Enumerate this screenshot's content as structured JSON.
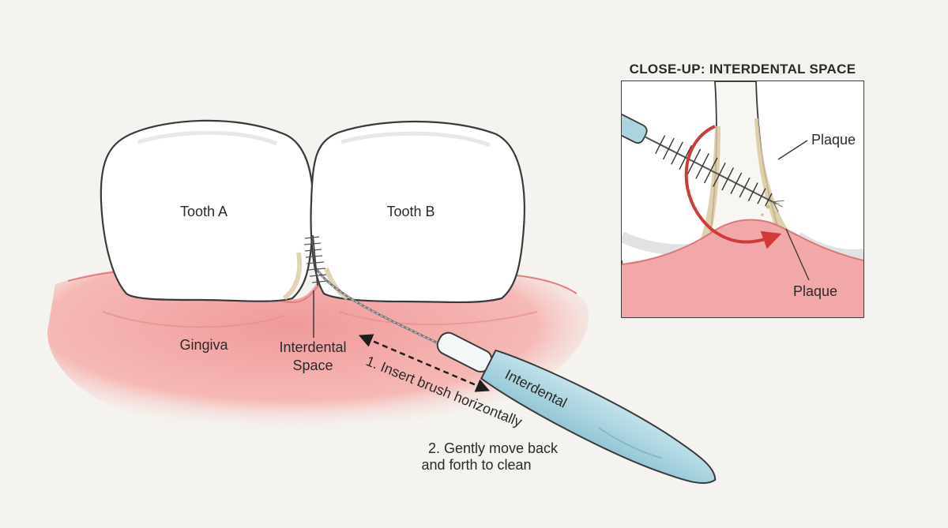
{
  "diagram": {
    "tooth_a_label": "Tooth A",
    "tooth_b_label": "Tooth B",
    "gingiva_label": "Gingiva",
    "interdental_space_label": [
      "Interdental",
      "Space"
    ],
    "step1_label": "1. Insert brush horizontally",
    "step2_label": [
      "2. Gently move back",
      "and forth to clean"
    ],
    "brush_handle_label": "Interdental"
  },
  "closeup": {
    "title": "CLOSE-UP: INTERDENTAL SPACE",
    "plaque_top_label": "Plaque",
    "plaque_bottom_label": "Plaque"
  },
  "colors": {
    "gum": "#f2a8a8",
    "gum_dark": "#e68c8c",
    "plaque": "#d9c9a0",
    "brush_handle": "#a9d4e0",
    "arrow_red": "#d13a3a",
    "outline": "#3a3a3a"
  }
}
